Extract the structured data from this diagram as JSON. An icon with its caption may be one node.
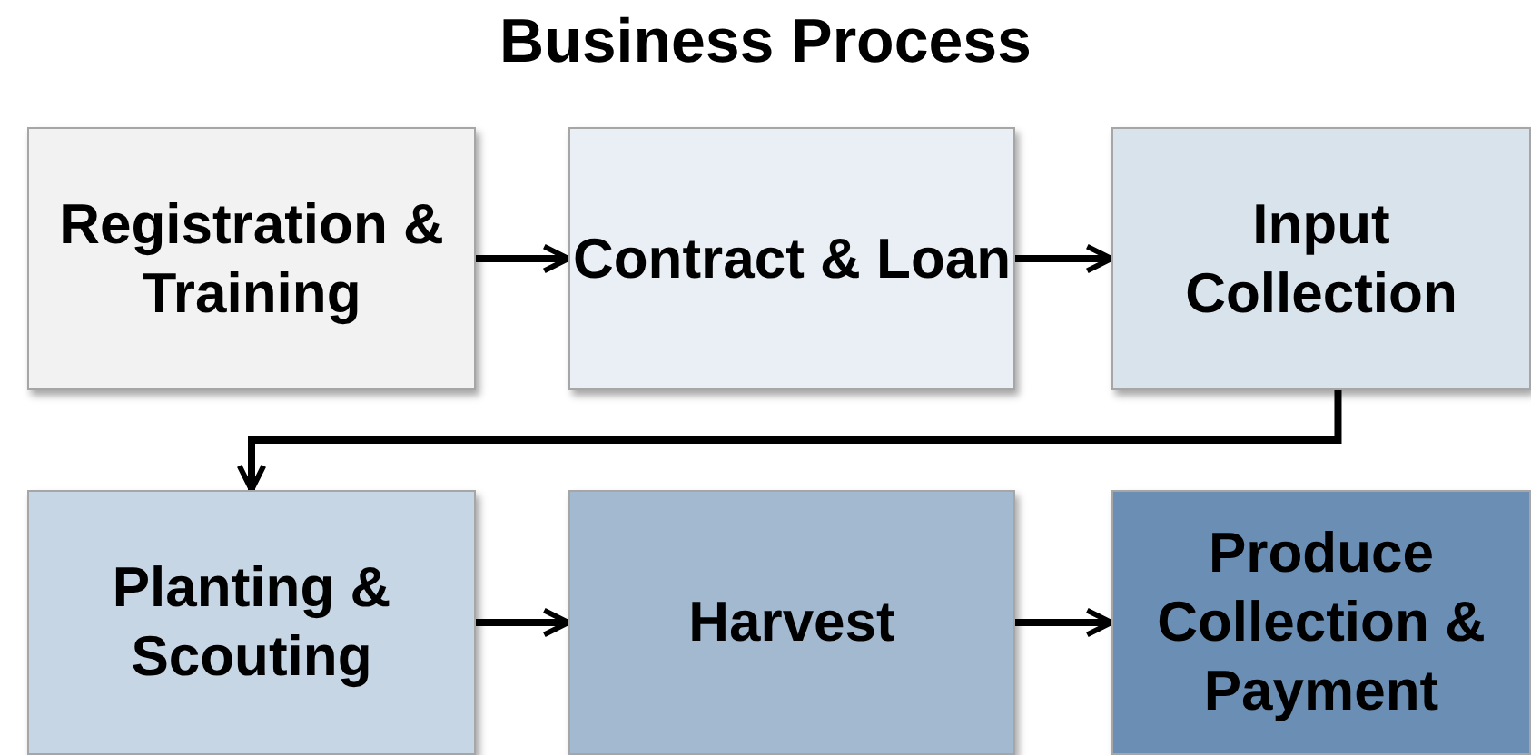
{
  "diagram": {
    "title": "Business Process",
    "nodes": [
      {
        "text": [
          "Registration & Training"
        ]
      },
      {
        "text": [
          "Contract & Loan"
        ]
      },
      {
        "text": [
          "Input Collection"
        ]
      },
      {
        "text": [
          "Planting & Scouting"
        ]
      },
      {
        "text": [
          "Harvest"
        ]
      },
      {
        "text": [
          "Produce Collection & Payment"
        ]
      }
    ],
    "edges": [
      {
        "from": 0,
        "to": 1,
        "arrow": "to"
      },
      {
        "from": 1,
        "to": 2,
        "arrow": "to"
      },
      {
        "from": 2,
        "to": 3,
        "arrow": "to"
      },
      {
        "from": 3,
        "to": 4,
        "arrow": "to"
      },
      {
        "from": 4,
        "to": 5,
        "arrow": "to"
      }
    ]
  }
}
